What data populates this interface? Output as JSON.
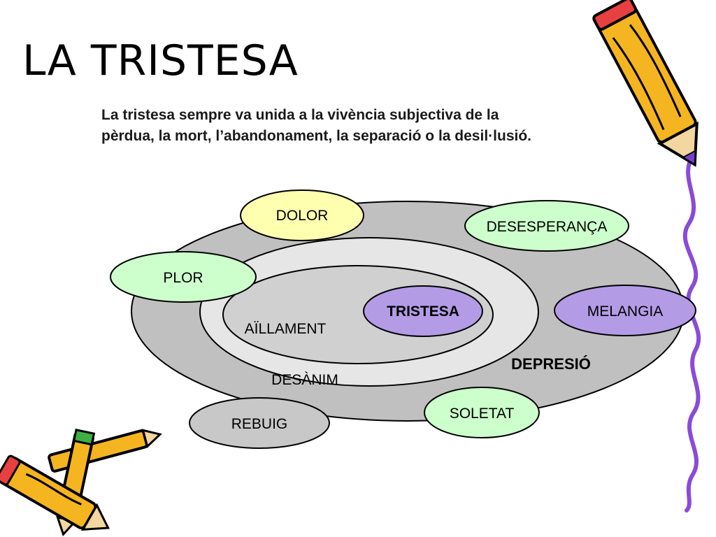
{
  "slide": {
    "title": "LA TRISTESA",
    "description": "La tristesa sempre va unida a la vivència subjectiva de la pèrdua, la mort, l’abandonament, la separació o la desil·lusió."
  },
  "diagram": {
    "rings": {
      "outer": "DEPRESIÓ",
      "middle": "DESÀNIM",
      "inner": "AÏLLAMENT"
    },
    "center": "TRISTESA",
    "satellites": {
      "dolor": "DOLOR",
      "desesperanca": "DESESPERANÇA",
      "plor": "PLOR",
      "melangia": "MELANGIA",
      "soletat": "SOLETAT",
      "rebuig": "REBUIG"
    }
  },
  "colors": {
    "outer_ring": "#c0c0c0",
    "middle_ring": "#e6e6e6",
    "inner_ring": "#d0d0d0",
    "center": "#b49be6",
    "dolor": "#ffffb0",
    "green": "#ccffcc",
    "purple": "#b49be6",
    "rebuig": "#c8c8c8"
  },
  "icons": [
    "pencil-icon",
    "crayons-icon",
    "wavy-line-icon"
  ]
}
